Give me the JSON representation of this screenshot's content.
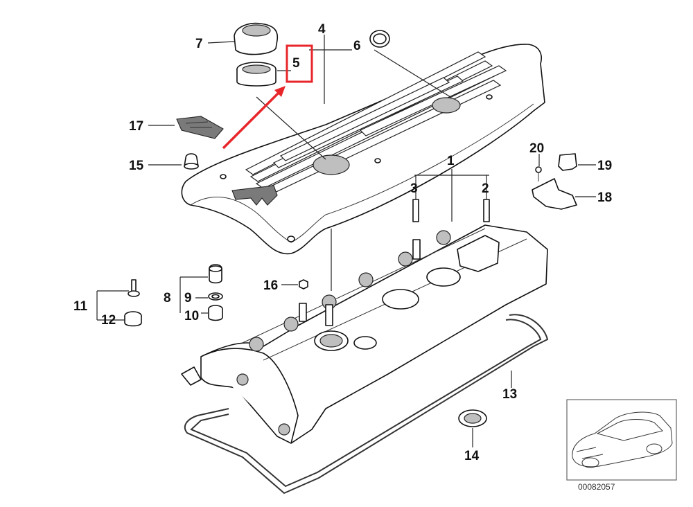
{
  "callouts": {
    "c1": "1",
    "c2": "2",
    "c3": "3",
    "c4": "4",
    "c5": "5",
    "c6": "6",
    "c7": "7",
    "c8": "8",
    "c9": "9",
    "c10": "10",
    "c11": "11",
    "c12": "12",
    "c13": "13",
    "c14": "14",
    "c15": "15",
    "c16": "16",
    "c17": "17",
    "c18": "18",
    "c19": "19",
    "c20": "20"
  },
  "reference_number": "00082057",
  "colors": {
    "highlight_box": "#e8262a",
    "arrow": "#e8262a"
  }
}
